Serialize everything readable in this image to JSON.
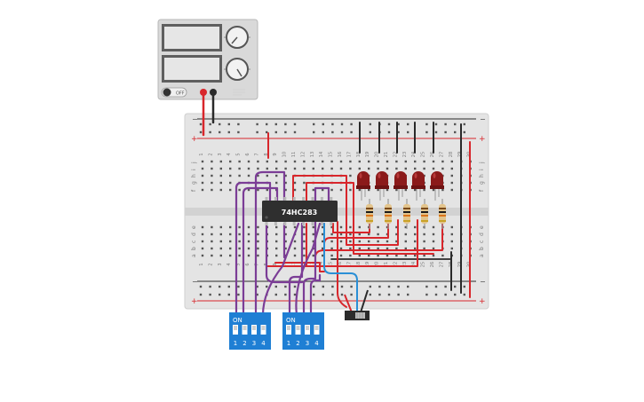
{
  "psu": {
    "off_label": "OFF"
  },
  "chip": {
    "label": "74HC283"
  },
  "breadboard": {
    "row_labels_top": [
      "j",
      "i",
      "h",
      "g",
      "f"
    ],
    "row_labels_bottom": [
      "e",
      "d",
      "c",
      "b",
      "a"
    ],
    "column_count": 30,
    "rail_plus": "+",
    "rail_minus": "−"
  },
  "dip_switches": [
    {
      "on_label": "ON",
      "numbers": [
        "1",
        "2",
        "3",
        "4"
      ]
    },
    {
      "on_label": "ON",
      "numbers": [
        "1",
        "2",
        "3",
        "4"
      ]
    }
  ],
  "leds": {
    "count": 5,
    "color": "#8b1a1a"
  },
  "colors": {
    "wire_red": "#d8262b",
    "wire_black": "#2a2a2a",
    "wire_purple": "#7b3d96",
    "wire_blue": "#2a8fd6",
    "switch_blue": "#1f7fd4",
    "led_red": "#8b1a1a"
  }
}
